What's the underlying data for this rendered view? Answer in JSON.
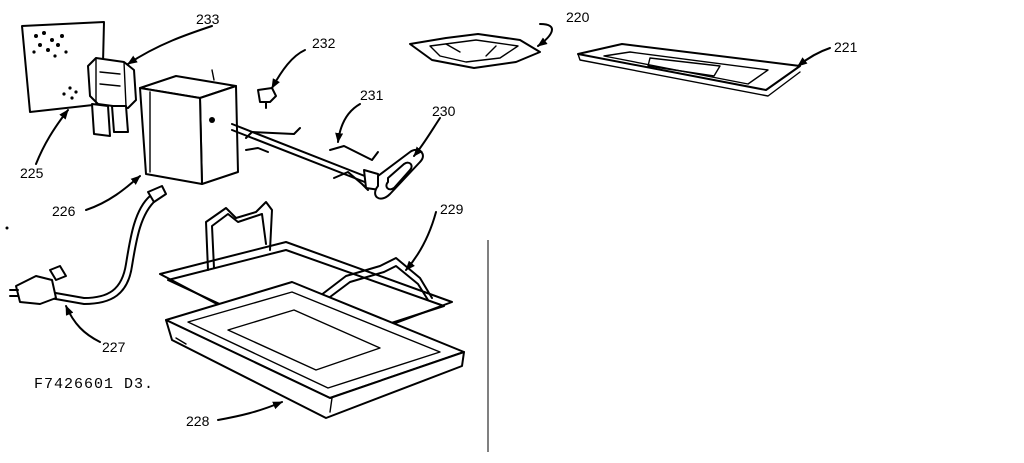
{
  "parts": {
    "p220": "220",
    "p221": "221",
    "p225": "225",
    "p226": "226",
    "p227": "227",
    "p228": "228",
    "p229": "229",
    "p230": "230",
    "p231": "231",
    "p232": "232",
    "p233": "233"
  },
  "drawing_code": "F7426601 D3."
}
